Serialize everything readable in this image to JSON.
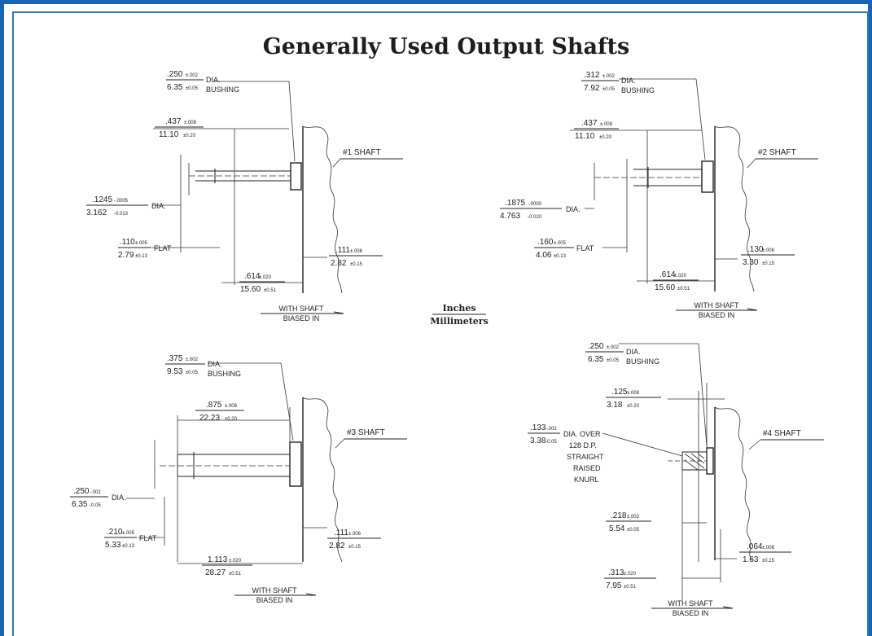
{
  "title": "Generally Used Output Shafts",
  "units": {
    "top": "Inches",
    "bottom": "Millimeters"
  },
  "colors": {
    "frame": "#1a64b4",
    "line": "#222222"
  },
  "shaft1": {
    "name": "#1 SHAFT",
    "bushing_in": ".250",
    "bushing_in_tol": "±.002",
    "bushing_mm": "6.35",
    "bushing_mm_tol": "±0.05",
    "bushing_label": "DIA.",
    "bushing_label2": "BUSHING",
    "len_in": ".437",
    "len_in_tol": "±.008",
    "len_mm": "11.10",
    "len_mm_tol": "±0.20",
    "dia_in": ".1245",
    "dia_in_tol": "-.0005",
    "dia_mm": "3.162",
    "dia_mm_tol": "-0.013",
    "dia_label": "DIA.",
    "flat_in": ".110",
    "flat_in_tol": "±.005",
    "flat_mm": "2.79",
    "flat_mm_tol": "±0.13",
    "flat_label": "FLAT",
    "total_in": ".614",
    "total_in_tol": "±.020",
    "total_mm": "15.60",
    "total_mm_tol": "±0.51",
    "gap_in": ".111",
    "gap_in_tol": "±.006",
    "gap_mm": "2.82",
    "gap_mm_tol": "±0.15",
    "note1": "WITH SHAFT",
    "note2": "BIASED IN"
  },
  "shaft2": {
    "name": "#2 SHAFT",
    "bushing_in": ".312",
    "bushing_in_tol": "±.002",
    "bushing_mm": "7.92",
    "bushing_mm_tol": "±0.05",
    "bushing_label": "DIA.",
    "bushing_label2": "BUSHING",
    "len_in": ".437",
    "len_in_tol": "±.008",
    "len_mm": "11.10",
    "len_mm_tol": "±0.20",
    "dia_in": ".1875",
    "dia_in_tol": "-.0000",
    "dia_mm": "4.763",
    "dia_mm_tol": "-0.020",
    "dia_label": "DIA.",
    "flat_in": ".160",
    "flat_in_tol": "±.005",
    "flat_mm": "4.06",
    "flat_mm_tol": "±0.13",
    "flat_label": "FLAT",
    "total_in": ".614",
    "total_in_tol": "±.020",
    "total_mm": "15.60",
    "total_mm_tol": "±0.51",
    "gap_in": ".130",
    "gap_in_tol": "±.006",
    "gap_mm": "3.30",
    "gap_mm_tol": "±0.15",
    "note1": "WITH SHAFT",
    "note2": "BIASED IN"
  },
  "shaft3": {
    "name": "#3 SHAFT",
    "bushing_in": ".375",
    "bushing_in_tol": "±.002",
    "bushing_mm": "9.53",
    "bushing_mm_tol": "±0.05",
    "bushing_label": "DIA.",
    "bushing_label2": "BUSHING",
    "len_in": ".875",
    "len_in_tol": "±.008",
    "len_mm": "22.23",
    "len_mm_tol": "±0.20",
    "dia_in": ".250",
    "dia_in_tol": "-.002",
    "dia_mm": "6.35",
    "dia_mm_tol": "-0.05",
    "dia_label": "DIA.",
    "flat_in": ".210",
    "flat_in_tol": "±.005",
    "flat_mm": "5.33",
    "flat_mm_tol": "±0.13",
    "flat_label": "FLAT",
    "total_in": "1.113",
    "total_in_tol": "±.020",
    "total_mm": "28.27",
    "total_mm_tol": "±0.51",
    "gap_in": ".111",
    "gap_in_tol": "±.006",
    "gap_mm": "2.82",
    "gap_mm_tol": "±0.15",
    "note1": "WITH SHAFT",
    "note2": "BIASED IN"
  },
  "shaft4": {
    "name": "#4 SHAFT",
    "bushing_in": ".250",
    "bushing_in_tol": "±.002",
    "bushing_mm": "6.35",
    "bushing_mm_tol": "±0.05",
    "bushing_label": "DIA.",
    "bushing_label2": "BUSHING",
    "len_in": ".125",
    "len_in_tol": "±.008",
    "len_mm": "3.18",
    "len_mm_tol": "±0.20",
    "dia_in": ".133",
    "dia_in_tol": "-.002",
    "dia_mm": "3.38",
    "dia_mm_tol": "-0.05",
    "dia_label1": "DIA. OVER",
    "dia_label2": "128 D.P.",
    "dia_label3": "STRAIGHT",
    "dia_label4": "RAISED",
    "dia_label5": "KNURL",
    "knurl_in": ".218",
    "knurl_in_tol": "±.002",
    "knurl_mm": "5.54",
    "knurl_mm_tol": "±0.05",
    "total_in": ".313",
    "total_in_tol": "±.020",
    "total_mm": "7.95",
    "total_mm_tol": "±0.51",
    "gap_in": ".064",
    "gap_in_tol": "±.006",
    "gap_mm": "1.63",
    "gap_mm_tol": "±0.15",
    "note1": "WITH SHAFT",
    "note2": "BIASED IN"
  }
}
